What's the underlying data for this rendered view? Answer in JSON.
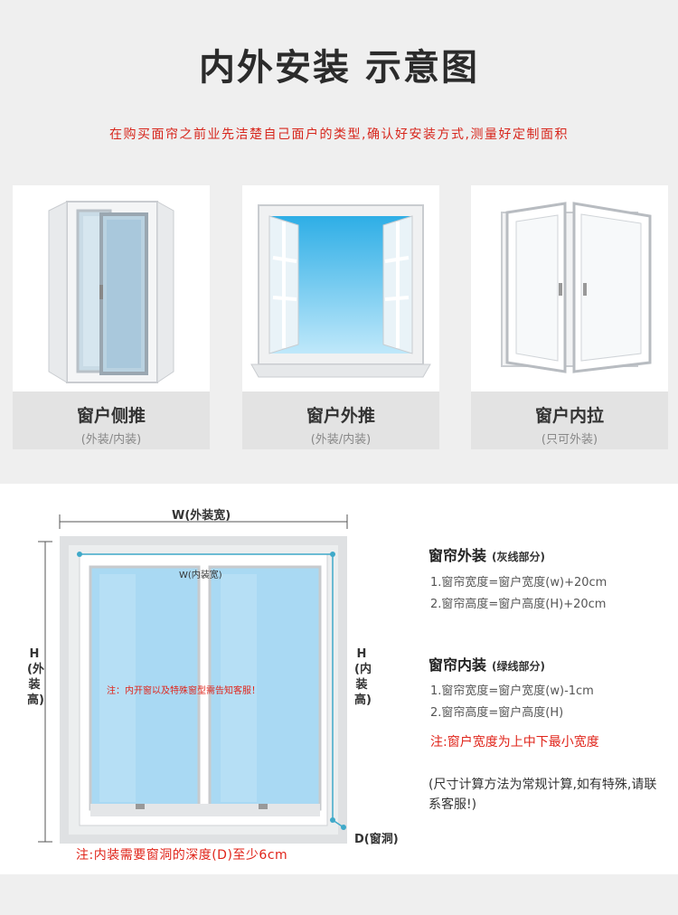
{
  "header": {
    "title": "内外安装 示意图",
    "subtitle": "在购买面帘之前业先洁楚自己面户的类型,确认好安装方式,测量好定制面积"
  },
  "cards": [
    {
      "title": "窗户侧推",
      "subtitle": "(外装/内装)"
    },
    {
      "title": "窗户外推",
      "subtitle": "(外装/内装)"
    },
    {
      "title": "窗户内拉",
      "subtitle": "(只可外装)"
    }
  ],
  "diagram": {
    "outer_width_label": "W(外装宽)",
    "inner_width_label": "W(内装宽)",
    "outer_height_label": "H(外装高)",
    "inner_height_label": "H(内装高)",
    "depth_label": "D(窗洞)",
    "inner_note": "注：内开窗以及特殊窗型需告知客服！",
    "bottom_note": "注:内装需要窗洞的深度(D)至少6cm"
  },
  "outer_install": {
    "title": "窗帘外装",
    "tag": "(灰线部分)",
    "lines": [
      "1.窗帘宽度=窗户宽度(w)+20cm",
      "2.窗帘高度=窗户高度(H)+20cm"
    ]
  },
  "inner_install": {
    "title": "窗帘内装",
    "tag": "(绿线部分)",
    "lines": [
      "1.窗帘宽度=窗户宽度(w)-1cm",
      "2.窗帘高度=窗户高度(H)"
    ]
  },
  "warning": "注:窗户宽度为上中下最小宽度",
  "note": "(尺寸计算方法为常规计算,如有特殊,请联系客服!)",
  "colors": {
    "accent_red": "#d7261c",
    "glass_blue": "#a9d9f3",
    "guide_teal": "#3fa9c9"
  }
}
